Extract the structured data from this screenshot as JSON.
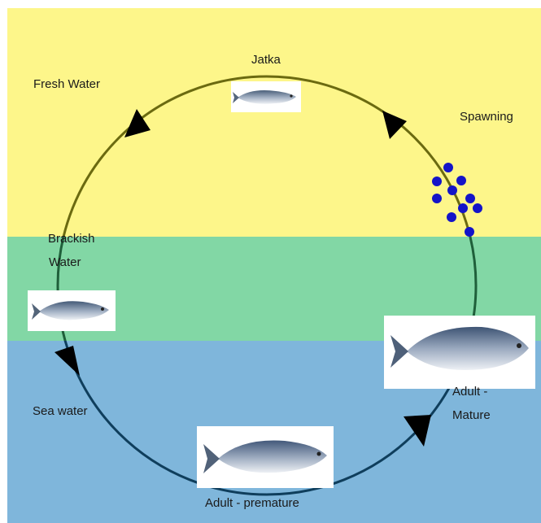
{
  "zones": {
    "fresh": {
      "label": "Fresh Water",
      "color": "#fdf68a"
    },
    "brackish": {
      "label_line1": "Brackish",
      "label_line2": "Water",
      "color": "#82d7a5"
    },
    "sea": {
      "label": "Sea water",
      "color": "#7fb6db"
    }
  },
  "stages": {
    "jatka": "Jatka",
    "spawning": "Spawning",
    "adult_mature_line1": "Adult -",
    "adult_mature_line2": "Mature",
    "adult_premature": "Adult - premature"
  },
  "colors": {
    "circle_fresh": "#6b6a10",
    "circle_brackish": "#1f5f3a",
    "circle_sea": "#0f3e5c",
    "egg": "#1414c8",
    "arrow": "#000000"
  }
}
